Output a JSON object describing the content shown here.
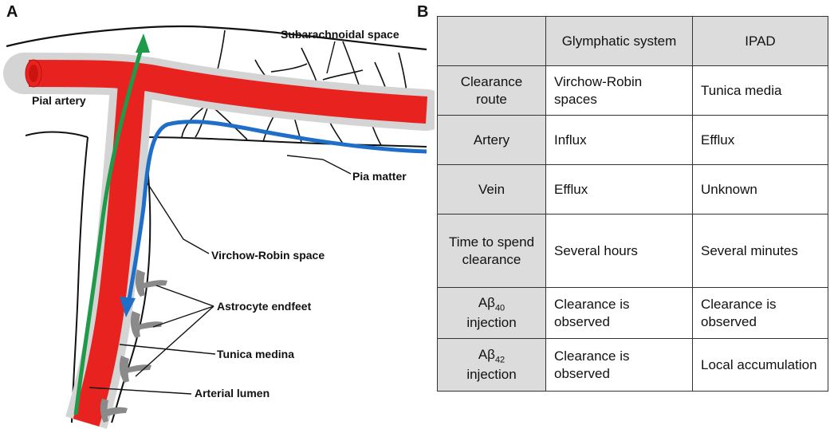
{
  "panels": {
    "a": "A",
    "b": "B"
  },
  "diagram": {
    "labels": {
      "subarachnoid": "Subarachnoidal space",
      "pial_artery": "Pial artery",
      "pia_matter": "Pia matter",
      "virchow_robin": "Virchow-Robin space",
      "astrocyte": "Astrocyte endfeet",
      "tunica": "Tunica medina",
      "lumen": "Arterial lumen"
    },
    "colors": {
      "artery": "#e8231f",
      "sheath": "#d4d4d4",
      "influx": "#1f9a4a",
      "efflux": "#1f6fc8",
      "endfeet": "#8a8a8a"
    }
  },
  "table": {
    "headers": [
      "",
      "Glymphatic system",
      "IPAD"
    ],
    "rows": [
      {
        "label": "Clearance route",
        "glymphatic": "Virchow-Robin spaces",
        "ipad": "Tunica media"
      },
      {
        "label": "Artery",
        "glymphatic": "Influx",
        "ipad": "Efflux"
      },
      {
        "label": "Vein",
        "glymphatic": "Efflux",
        "ipad": "Unknown"
      },
      {
        "label": "Time to spend clearance",
        "glymphatic": "Several hours",
        "ipad": "Several minutes"
      },
      {
        "label_main": "Aβ",
        "label_sub": "40",
        "label_tail": "injection",
        "glymphatic": "Clearance is observed",
        "ipad": "Clearance is observed"
      },
      {
        "label_main": "Aβ",
        "label_sub": "42",
        "label_tail": "injection",
        "glymphatic": "Clearance is observed",
        "ipad": "Local accumulation"
      }
    ]
  }
}
